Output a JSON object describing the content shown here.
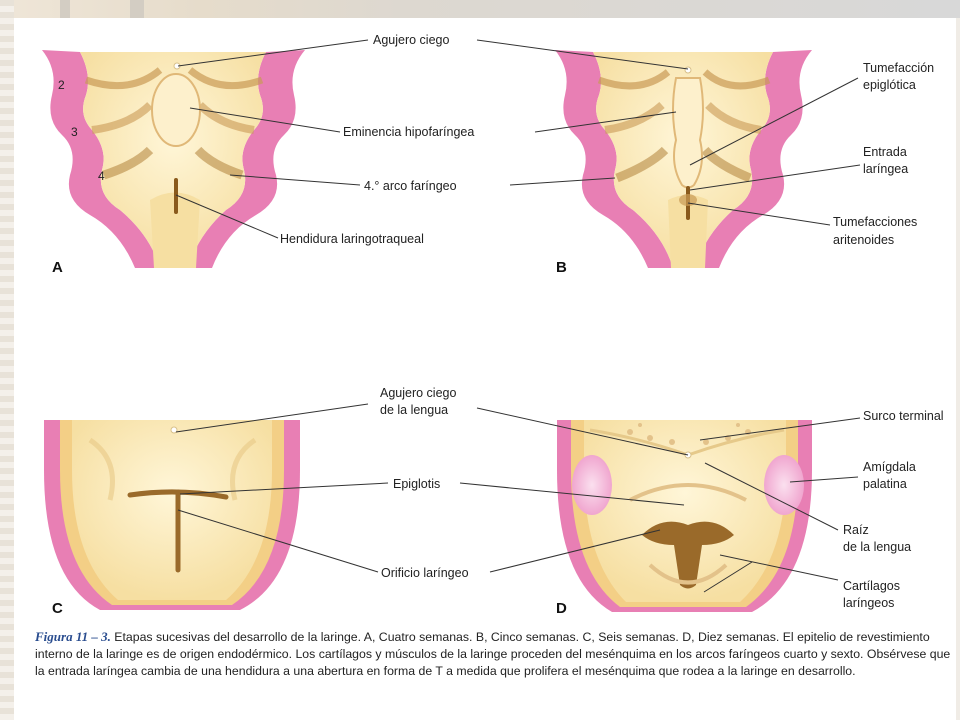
{
  "figure": {
    "panels": {
      "A": "A",
      "B": "B",
      "C": "C",
      "D": "D"
    },
    "arch_numbers": [
      "2",
      "3",
      "4"
    ],
    "labels": {
      "agujero_ciego": "Agujero ciego",
      "eminencia": "Eminencia hipofaríngea",
      "arco": "4.° arco faríngeo",
      "hendidura": "Hendidura laringotraqueal",
      "tumefaccion_1": "Tumefacción",
      "tumefaccion_2": "epiglótica",
      "entrada_1": "Entrada",
      "entrada_2": "laríngea",
      "aritenoides_1": "Tumefacciones",
      "aritenoides_2": "aritenoides",
      "agujero_lengua_1": "Agujero ciego",
      "agujero_lengua_2": "de la lengua",
      "epiglotis": "Epiglotis",
      "orificio": "Orificio laríngeo",
      "surco": "Surco terminal",
      "amigdala_1": "Amígdala",
      "amigdala_2": "palatina",
      "raiz_1": "Raíz",
      "raiz_2": "de la lengua",
      "cartilagos_1": "Cartílagos",
      "cartilagos_2": "laríngeos"
    }
  },
  "caption": {
    "figure_label": "Figura 11 – 3.",
    "text": " Etapas sucesivas del desarrollo de la laringe. A, Cuatro semanas. B, Cinco semanas. C, Seis semanas. D, Diez semanas. El epitelio de revestimiento interno de la laringe es de origen endodérmico. Los cartílagos y músculos de la laringe proceden del mesénquima en los arcos faríngeos cuarto y sexto. Obsérvese que la entrada laríngea cambia de una hendidura a una abertura en forma de T a medida que prolifera el mesénquima que rodea a la laringe en desarrollo."
  },
  "colors": {
    "pink": "#e87fb4",
    "cream": "#fbe9b4",
    "tan": "#c99a55",
    "dark_brown": "#8a5a1c"
  }
}
